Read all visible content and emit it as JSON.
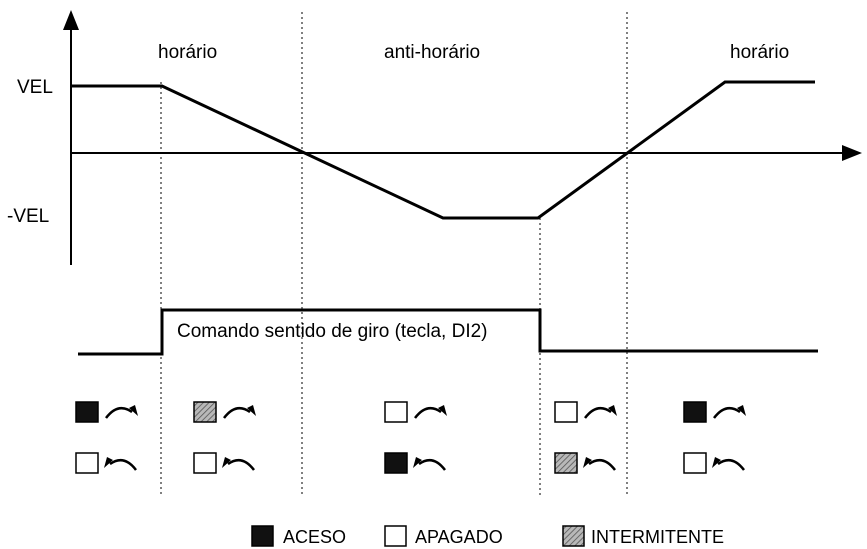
{
  "axis_labels": {
    "vel": "VEL",
    "neg_vel": "-VEL"
  },
  "region_labels": [
    "horário",
    "anti-horário",
    "horário"
  ],
  "command_label": "Comando sentido de giro (tecla, DI2)",
  "led_states": {
    "clockwise": [
      "ACESO",
      "INTERMITENTE",
      "APAGADO",
      "APAGADO",
      "ACESO"
    ],
    "counterclockwise": [
      "APAGADO",
      "APAGADO",
      "ACESO",
      "INTERMITENTE",
      "APAGADO"
    ]
  },
  "legend": [
    {
      "state": "ACESO",
      "label": "ACESO"
    },
    {
      "state": "APAGADO",
      "label": "APAGADO"
    },
    {
      "state": "INTERMITENTE",
      "label": "INTERMITENTE"
    }
  ],
  "colors": {
    "line": "#000000",
    "fill_on": "#111111",
    "fill_off": "#ffffff",
    "blink": "#9a9a9a"
  }
}
